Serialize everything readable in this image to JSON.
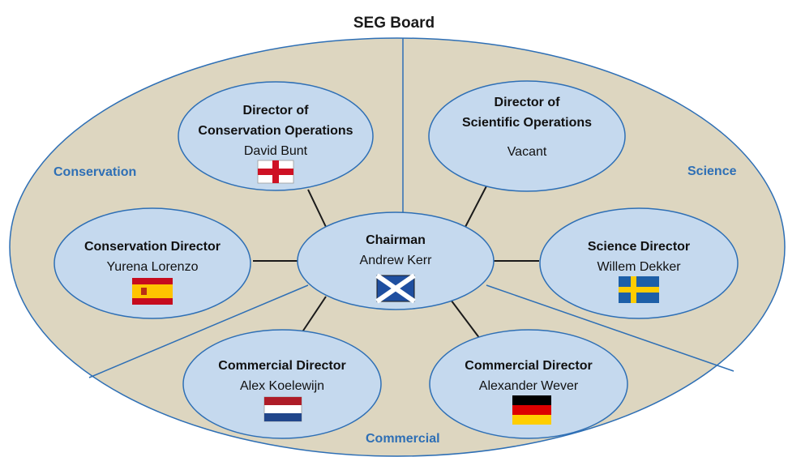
{
  "diagram": {
    "title": "SEG Board",
    "sectors": {
      "conservation": "Conservation",
      "science": "Science",
      "commercial": "Commercial"
    },
    "colors": {
      "board_fill": "#ddd6c0",
      "node_fill": "#c5d9ee",
      "node_stroke": "#2e6fb5",
      "sector_text": "#2e6fb5",
      "connector": "#1a1a1a"
    },
    "nodes": {
      "chairman": {
        "role": "Chairman",
        "person": "Andrew Kerr",
        "flag": "scotland-flag-icon"
      },
      "dir_conservation_ops": {
        "role_line1": "Director of",
        "role_line2": "Conservation Operations",
        "person": "David Bunt",
        "flag": "england-flag-icon"
      },
      "dir_scientific_ops": {
        "role_line1": "Director of",
        "role_line2": "Scientific Operations",
        "person": "Vacant"
      },
      "conservation_director": {
        "role": "Conservation Director",
        "person": "Yurena Lorenzo",
        "flag": "spain-flag-icon"
      },
      "science_director": {
        "role": "Science Director",
        "person": "Willem Dekker",
        "flag": "sweden-flag-icon"
      },
      "commercial_director_left": {
        "role": "Commercial Director",
        "person": "Alex Koelewijn",
        "flag": "netherlands-flag-icon"
      },
      "commercial_director_right": {
        "role": "Commercial Director",
        "person": "Alexander Wever",
        "flag": "germany-flag-icon"
      }
    }
  }
}
